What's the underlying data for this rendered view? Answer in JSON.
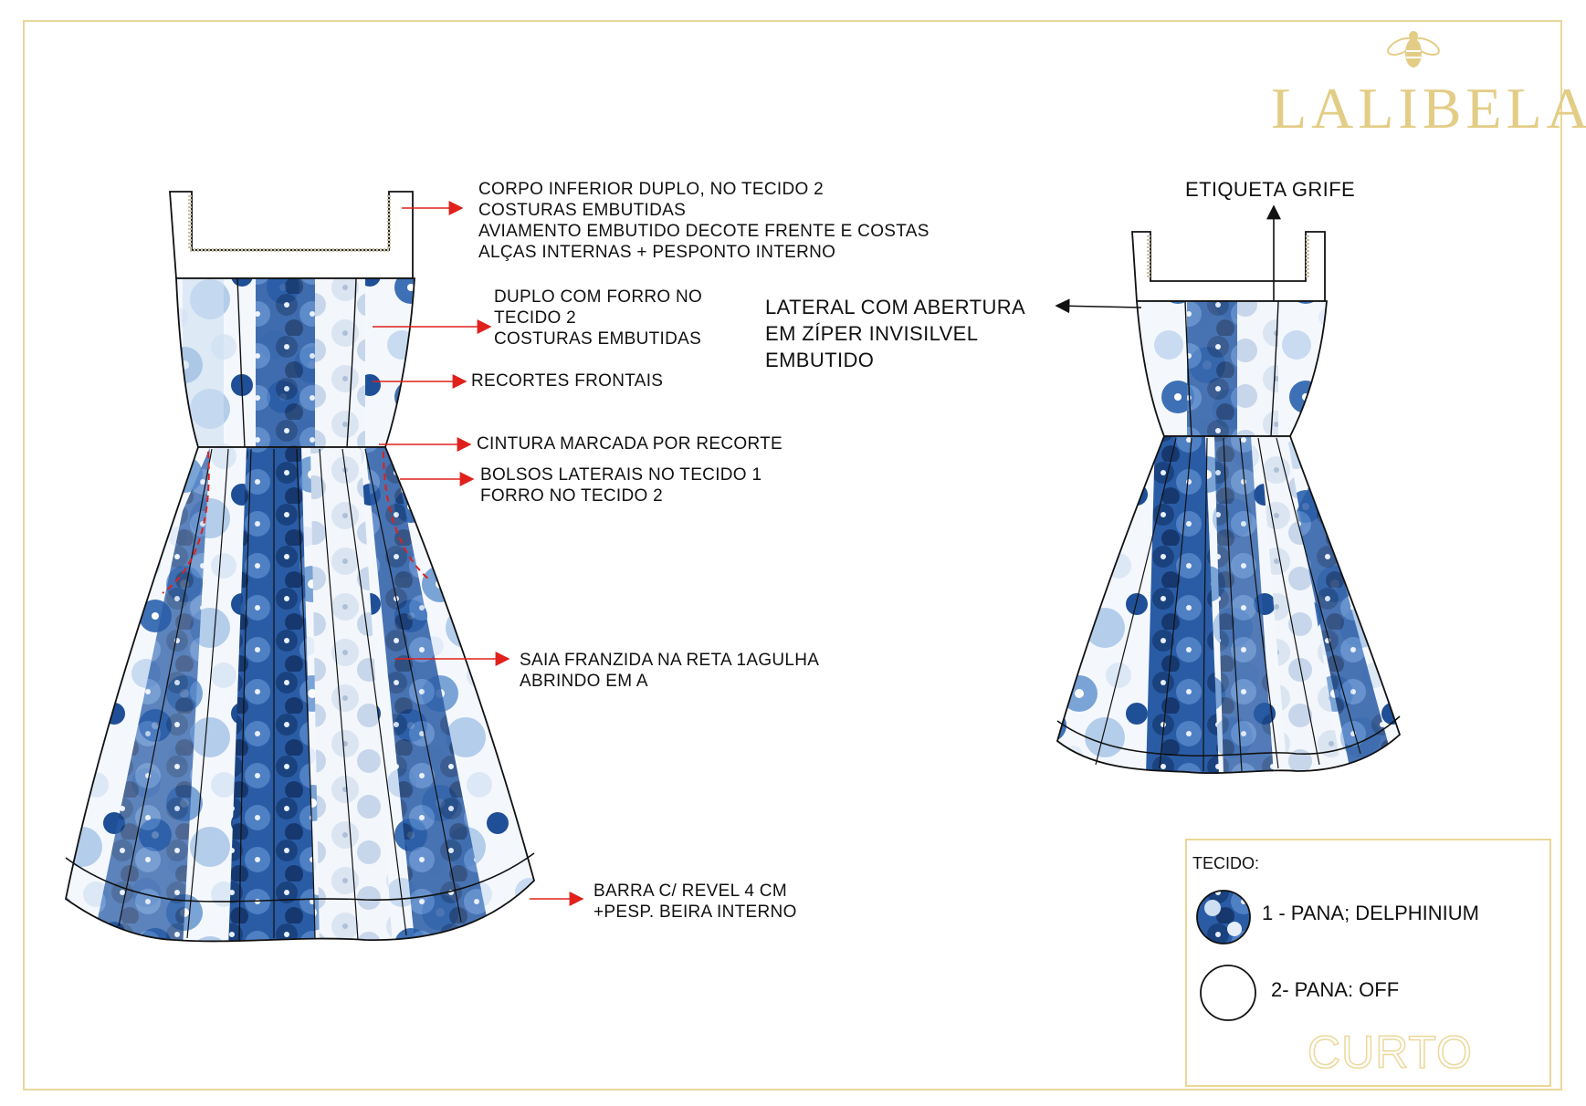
{
  "brand": {
    "name": "LALIBELA",
    "color": "#e3cd86",
    "icon": "bee-icon"
  },
  "front_view": {
    "annotations": [
      {
        "id": "upper",
        "lines": [
          "CORPO INFERIOR DUPLO, NO TECIDO 2",
          "COSTURAS EMBUTIDAS",
          "AVIAMENTO EMBUTIDO DECOTE FRENTE E COSTAS",
          "ALÇAS INTERNAS + PESPONTO INTERNO"
        ]
      },
      {
        "id": "bodice",
        "lines": [
          "DUPLO COM FORRO NO",
          "TECIDO 2",
          "COSTURAS EMBUTIDAS"
        ]
      },
      {
        "id": "panels",
        "lines": [
          "RECORTES FRONTAIS"
        ]
      },
      {
        "id": "waist",
        "lines": [
          "CINTURA MARCADA POR RECORTE"
        ]
      },
      {
        "id": "pockets",
        "lines": [
          "BOLSOS LATERAIS NO TECIDO 1",
          "FORRO NO TECIDO 2"
        ]
      },
      {
        "id": "skirt",
        "lines": [
          "SAIA FRANZIDA NA RETA 1AGULHA",
          "ABRINDO EM A"
        ]
      },
      {
        "id": "hem",
        "lines": [
          "BARRA C/ REVEL 4 CM",
          "+PESP. BEIRA INTERNO"
        ]
      }
    ]
  },
  "back_view": {
    "label_note": "ETIQUETA GRIFE",
    "zipper_note": [
      "LATERAL COM ABERTURA",
      "EM ZÍPER INVISILVEL",
      "EMBUTIDO"
    ]
  },
  "legend": {
    "title": "TECIDO:",
    "fabrics": [
      {
        "label": "1 - PANA; DELPHINIUM",
        "swatch": "blue-floral"
      },
      {
        "label": "2- PANA: OFF",
        "swatch": "off-white"
      }
    ]
  },
  "style_name": "CURTO",
  "colors": {
    "border": "#e9d79a",
    "arrow": "#e0201b",
    "print_dark": "#1f4f96",
    "print_mid": "#5a89c6",
    "print_light": "#c7d9ef"
  }
}
